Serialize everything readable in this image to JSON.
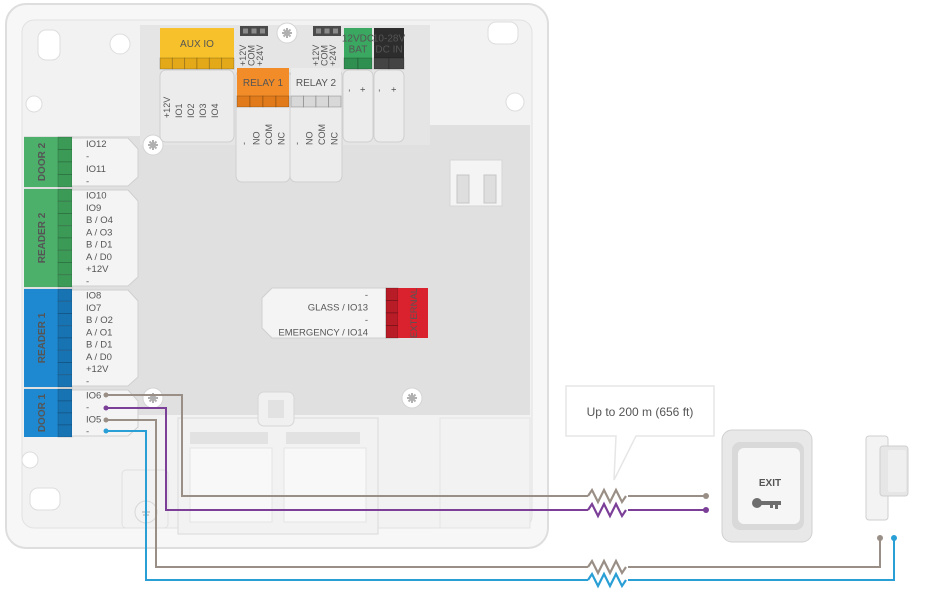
{
  "top": {
    "aux_io": "AUX IO",
    "relay1": "RELAY 1",
    "relay2": "RELAY 2",
    "bat": [
      "12VDC",
      "BAT"
    ],
    "dcin": [
      "10-28V",
      "DC IN"
    ],
    "aux_pins": [
      "+12V",
      "IO1",
      "IO2",
      "IO3",
      "IO4"
    ],
    "relay1_pins": [
      "-",
      "NO",
      "COM",
      "NC"
    ],
    "relay2_pins": [
      "-",
      "NO",
      "COM",
      "NC"
    ],
    "jumper1_pins": [
      "+12V",
      "COM",
      "+24V"
    ],
    "jumper2_pins": [
      "+12V",
      "COM",
      "+24V"
    ],
    "bat_pins": [
      "-",
      "+"
    ],
    "dcin_pins": [
      "-",
      "+"
    ]
  },
  "left": {
    "door2": "DOOR 2",
    "reader2": "READER 2",
    "reader1": "READER 1",
    "door1": "DOOR 1",
    "door2_pins": [
      "IO12",
      "-",
      "IO11",
      "-"
    ],
    "reader2_pins": [
      "IO10",
      "IO9",
      "B / O4",
      "A / O3",
      "B / D1",
      "A / D0",
      "+12V",
      "-"
    ],
    "reader1_pins": [
      "IO8",
      "IO7",
      "B / O2",
      "A / O1",
      "B / D1",
      "A / D0",
      "+12V",
      "-"
    ],
    "door1_pins": [
      "IO6",
      "-",
      "IO5",
      "-"
    ]
  },
  "external": {
    "label": "EXTERNAL",
    "pins": [
      "-",
      "GLASS / IO13",
      "-",
      "EMERGENCY / IO14"
    ]
  },
  "callout": "Up to 200 m (656 ft)",
  "exit_button": "EXIT",
  "colors": {
    "aux": "#f6c12b",
    "relay1": "#f28c28",
    "relay2": "#ececec",
    "bat": "#3aa860",
    "dcin": "#2d2d2d",
    "door": "#4caf6a",
    "reader": "#1e88d0",
    "external": "#d9222e",
    "wire_grey": "#9a8f86",
    "wire_purple": "#7b3f98",
    "wire_blue": "#2a9fd6"
  }
}
